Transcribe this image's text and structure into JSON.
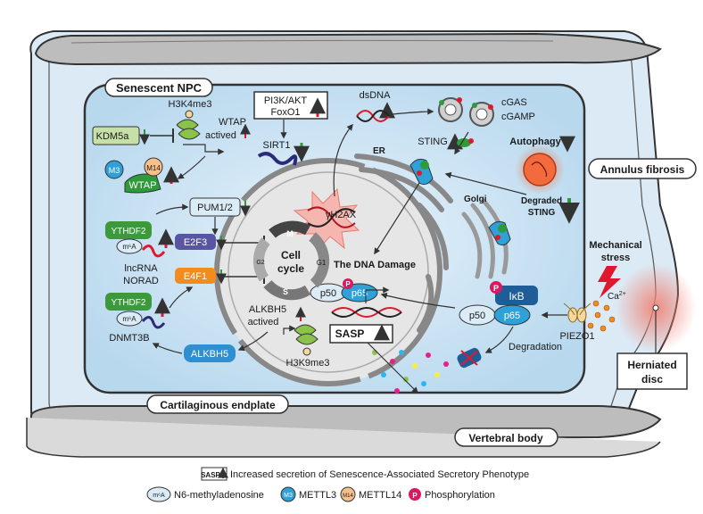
{
  "labels": {
    "senescent_npc": "Senescent NPC",
    "annulus_fibrosis": "Annulus fibrosis",
    "cartilaginous_endplate": "Cartilaginous endplate",
    "vertebral_body": "Vertebral body",
    "herniated_disc_1": "Herniated",
    "herniated_disc_2": "disc",
    "mechanical_stress_1": "Mechanical",
    "mechanical_stress_2": "stress",
    "piezo1": "PIEZO1",
    "ca": "Ca",
    "ca_sup": "2+",
    "degradation": "Degradation",
    "ikb": "IκB",
    "p50": "p50",
    "p65": "p65",
    "p": "P",
    "sasp": "SASP",
    "dna_damage": "The DNA Damage",
    "gh2ax": "γH2AX",
    "dsdna": "dsDNA",
    "cgas": "cGAS",
    "cgamp": "cGAMP",
    "sting": "STING",
    "autophagy": "Autophagy",
    "degraded_1": "Degraded",
    "degraded_2": "STING",
    "er": "ER",
    "golgi": "Golgi",
    "pi3k_1": "PI3K/AKT",
    "pi3k_2": "FoxO1",
    "sirt1": "SIRT1",
    "h3k4me3": "H3K4me3",
    "wtap_actived_1": "WTAP",
    "wtap_actived_2": "actived",
    "kdm5a": "KDM5a",
    "m3": "M3",
    "m14": "M14",
    "wtap": "WTAP",
    "pum12": "PUM1/2",
    "ythdf2": "YTHDF2",
    "m6a": "m⁶A",
    "lncrna_1": "lncRNA",
    "lncrna_2": "NORAD",
    "e2f3": "E2F3",
    "e4f1": "E4F1",
    "dnmt3b": "DNMT3B",
    "alkbh5": "ALKBH5",
    "alkbh5_actived_1": "ALKBH5",
    "alkbh5_actived_2": "actived",
    "h3k9me3": "H3K9me3",
    "cell_cycle_1": "Cell",
    "cell_cycle_2": "cycle",
    "phase_m": "M",
    "phase_g1": "G1",
    "phase_s": "S",
    "phase_g2": "G2"
  },
  "legend": {
    "sasp_tag": "SASP",
    "sasp_text": "Increased secretion of Senescence-Associated Secretory Phenotype",
    "m6a_tag": "m⁶A",
    "m6a_text": "N6-methyladenosine",
    "m3_tag": "M3",
    "m3_text": "METTL3",
    "m14_tag": "M14",
    "m14_text": "METTL14",
    "p_tag": "P",
    "p_text": "Phosphorylation"
  },
  "colors": {
    "up_arrow": "#e0182d",
    "down_arrow": "#2f9a3a",
    "cytoplasm": "#cfe6f5",
    "nucleus": "#d9d9d9",
    "ythdf2": "#3d9a3c",
    "e2f3": "#5a55a3",
    "e4f1": "#f28c1e",
    "alkbh5": "#2f8fd0",
    "p65": "#2ea1d8",
    "autophagy": "#f26a3d"
  }
}
